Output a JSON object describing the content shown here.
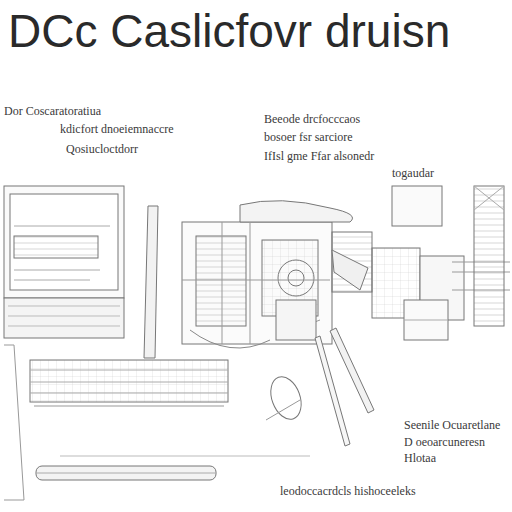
{
  "diagram": {
    "title": "DCc Caslicfovr druisn",
    "labels": [
      "Dor Coscaratoratiua",
      "kdicfort dnoeiemnaccre",
      "Qosiucloctdorr",
      "Beeode drcfocccaos",
      "bosoer fsr sarciore",
      "IfIsl gme Ffar alsonedr",
      "togaudar",
      "Seenile Ocuaretlane",
      "D oeoarcuneresn",
      "Hlotaa",
      "leodoccacrdcls hishoceeleks"
    ]
  }
}
